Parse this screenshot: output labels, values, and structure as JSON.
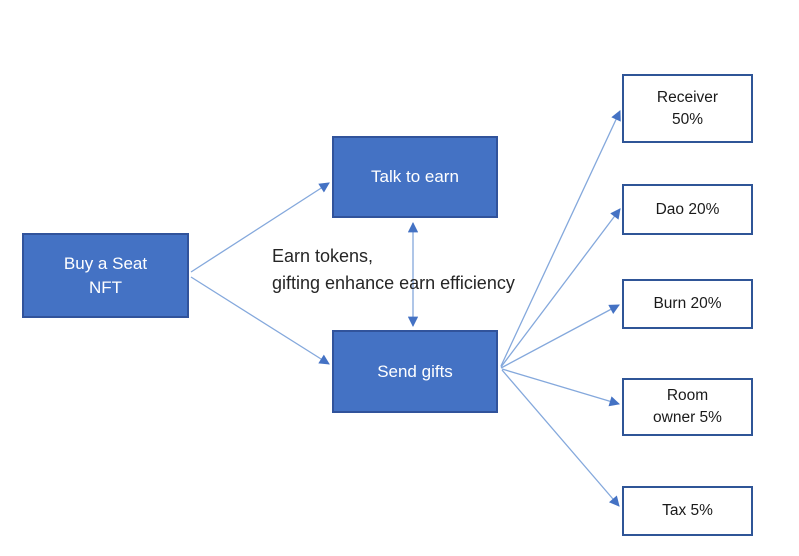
{
  "diagram": {
    "title_hint": "Token flow diagram",
    "nodes": {
      "buy": {
        "lines": [
          "Buy a Seat",
          "NFT"
        ]
      },
      "talk": {
        "label": "Talk to earn"
      },
      "send": {
        "label": "Send gifts"
      },
      "receiver": {
        "lines": [
          "Receiver",
          "50%"
        ]
      },
      "dao": {
        "label": "Dao 20%"
      },
      "burn": {
        "label": "Burn 20%"
      },
      "room": {
        "lines": [
          "Room",
          "owner 5%"
        ]
      },
      "tax": {
        "label": "Tax 5%"
      }
    },
    "caption": {
      "line1": "Earn tokens,",
      "line2": "gifting enhance earn efficiency"
    },
    "edges": [
      {
        "from": "buy-a-seat-nft",
        "to": "talk-to-earn",
        "bidirectional": false
      },
      {
        "from": "buy-a-seat-nft",
        "to": "send-gifts",
        "bidirectional": false
      },
      {
        "from": "talk-to-earn",
        "to": "send-gifts",
        "bidirectional": true
      },
      {
        "from": "send-gifts",
        "to": "receiver-50",
        "bidirectional": false
      },
      {
        "from": "send-gifts",
        "to": "dao-20",
        "bidirectional": false
      },
      {
        "from": "send-gifts",
        "to": "burn-20",
        "bidirectional": false
      },
      {
        "from": "send-gifts",
        "to": "room-owner-5",
        "bidirectional": false
      },
      {
        "from": "send-gifts",
        "to": "tax-5",
        "bidirectional": false
      }
    ],
    "colors": {
      "node_fill": "#4472C4",
      "node_border": "#31539B",
      "outcome_border": "#2F5597",
      "arrow_line": "#84A8DC",
      "arrow_head": "#4472C4",
      "text_on_fill": "#FFFFFF",
      "text_dark": "#262626",
      "background": "#FFFFFF"
    }
  }
}
